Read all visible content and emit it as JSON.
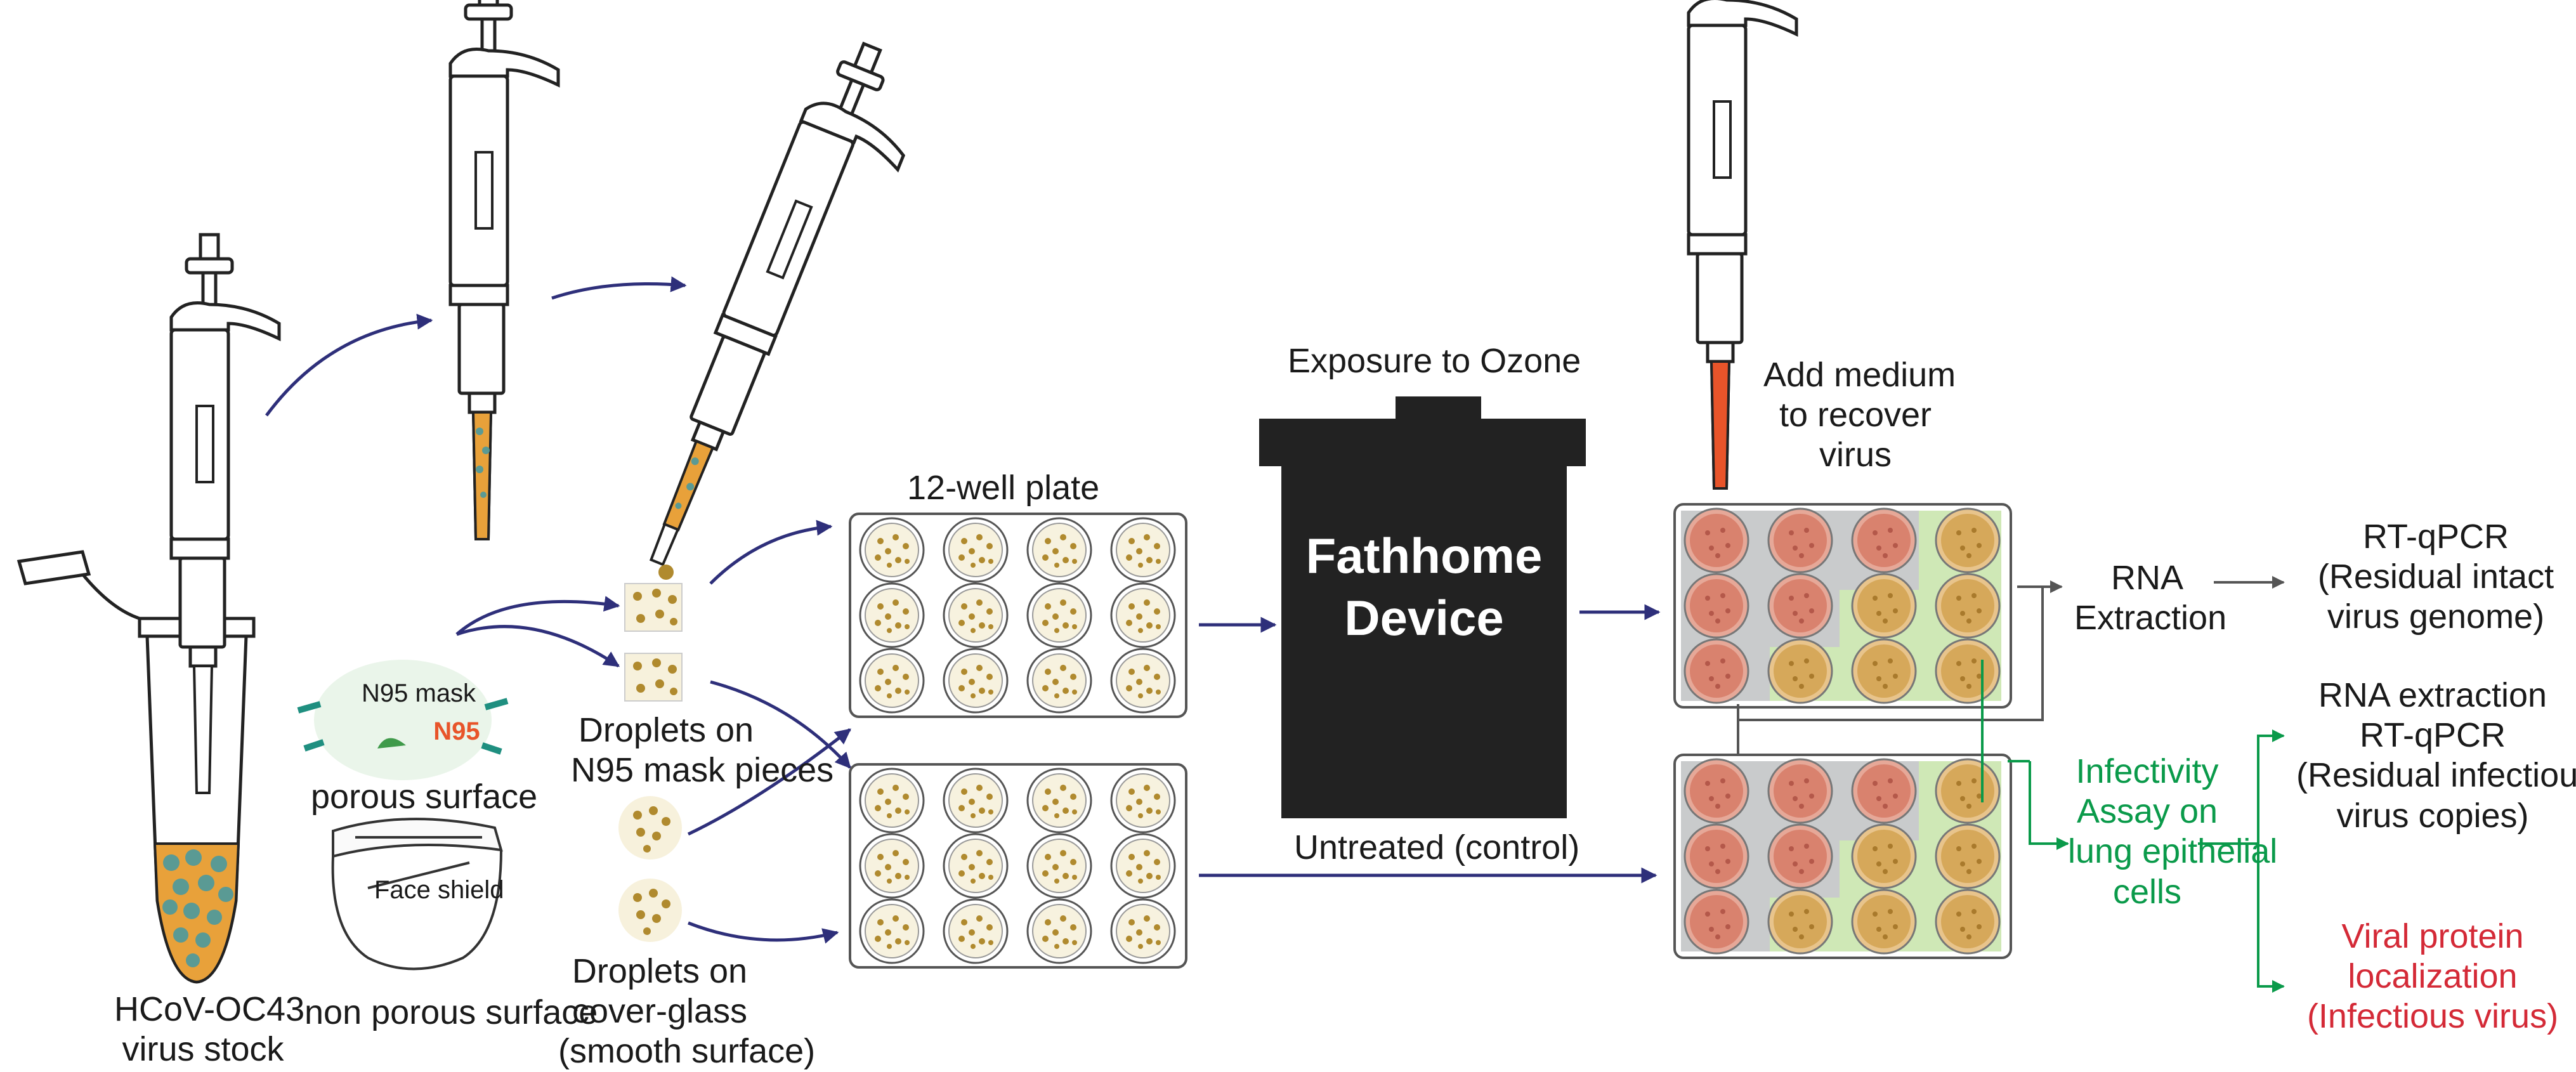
{
  "labels": {
    "virus_stock_line1": "HCoV-OC43",
    "virus_stock_line2": "virus stock",
    "n95_mask": "N95 mask",
    "n95_logo": "N95",
    "porous_surface": "porous surface",
    "face_shield": "Face shield",
    "non_porous_surface": "non porous surface",
    "droplets_mask_line1": "Droplets on",
    "droplets_mask_line2": "N95 mask pieces",
    "droplets_glass_line1": "Droplets on",
    "droplets_glass_line2": "cover-glass",
    "droplets_glass_line3": "(smooth surface)",
    "plate_title": "12-well plate",
    "exposure": "Exposure to Ozone",
    "device_line1": "Fathhome",
    "device_line2": "Device",
    "untreated": "Untreated (control)",
    "add_medium_line1": "Add medium",
    "add_medium_line2": "to recover",
    "add_medium_line3": "virus",
    "rna_extraction_line1": "RNA",
    "rna_extraction_line2": "Extraction",
    "rtqpcr_top_line1": "RT-qPCR",
    "rtqpcr_top_line2": "(Residual intact",
    "rtqpcr_top_line3": "virus genome)",
    "infectivity_line1": "Infectivity",
    "infectivity_line2": "Assay on",
    "infectivity_line3": "lung epithelial",
    "infectivity_line4": "cells",
    "rna_rtqpcr_line1": "RNA extraction",
    "rna_rtqpcr_line2": "RT-qPCR",
    "rna_rtqpcr_line3": "(Residual infectious",
    "rna_rtqpcr_line4": "virus copies)",
    "viral_protein_line1": "Viral protein",
    "viral_protein_line2": "localization",
    "viral_protein_line3": "(Infectious virus)"
  },
  "colors": {
    "arrow_navy": "#2e2f7a",
    "arrow_gray": "#555555",
    "arrow_green": "#0a9a4a",
    "text_green": "#0a9a4a",
    "text_red": "#d42a37",
    "virus_orange": "#e8a13a",
    "virus_particle": "#5a9a94",
    "droplet_brown": "#b08a2e",
    "well_red": "#d9826e",
    "well_tan": "#d6a85a",
    "well_green_bg": "#cfe8b6",
    "well_gray_bg": "#c9cbcc",
    "device_black": "#222222",
    "medium_red": "#e8542a"
  },
  "icons": [
    "pipette-icon",
    "tube-icon",
    "n95-mask-icon",
    "face-shield-icon",
    "well-plate-icon",
    "ozone-device-icon"
  ]
}
